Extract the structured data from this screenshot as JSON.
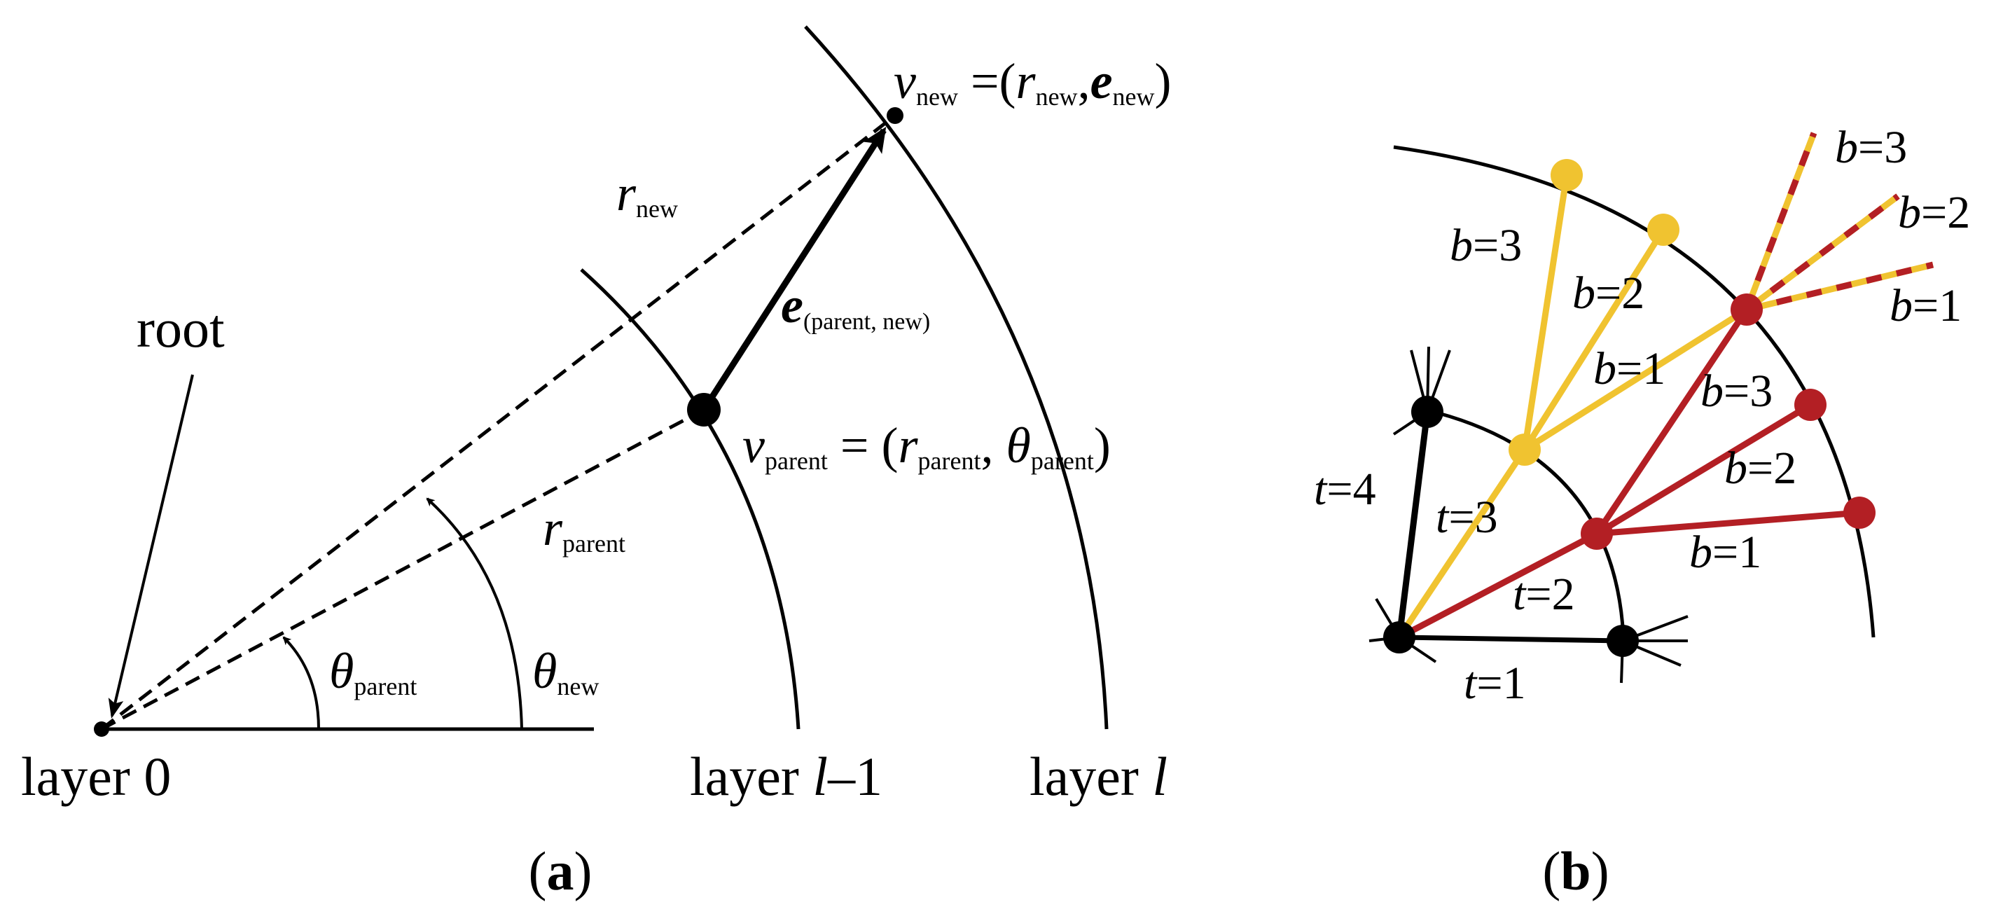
{
  "panel_a": {
    "caption_paren_open": "(",
    "caption_letter": "a",
    "caption_paren_close": ")",
    "root_label": "root",
    "layer0": "layer 0",
    "layer_lm1_prefix": "layer ",
    "layer_lm1_var": "l",
    "layer_lm1_suffix": "–1",
    "layer_l_prefix": "layer ",
    "layer_l_var": "l",
    "v_new": {
      "v": "v",
      "sub": "new",
      "eq": " =(",
      "r": "r",
      "r_sub": "new",
      "comma": ",",
      "e": "e",
      "e_sub": "new",
      "close": ")"
    },
    "r_new": {
      "sym": "r",
      "sub": "new"
    },
    "e_parent_new": {
      "sym": "e",
      "sub": "(parent, new)"
    },
    "v_parent": {
      "v": "v",
      "sub": "parent",
      "eq": " = (",
      "r": "r",
      "r_sub": "parent",
      "comma": ", ",
      "theta": "θ",
      "theta_sub": "parent",
      "close": ")"
    },
    "r_parent": {
      "sym": "r",
      "sub": "parent"
    },
    "theta_parent": {
      "sym": "θ",
      "sub": "parent"
    },
    "theta_new": {
      "sym": "θ",
      "sub": "new"
    }
  },
  "panel_b": {
    "caption_paren_open": "(",
    "caption_letter": "b",
    "caption_paren_close": ")",
    "t_var": "t",
    "b_var": "b",
    "t_labels": [
      "=4",
      "=3",
      "=2",
      "=1"
    ],
    "b_labels": {
      "yellow_3": "=3",
      "yellow_2": "=2",
      "yellow_1": "=1",
      "red_3": "=3",
      "red_2": "=2",
      "red_1": "=1",
      "dash_3": "=3",
      "dash_2": "=2",
      "dash_1": "=1"
    }
  },
  "colors": {
    "ink": "#000000",
    "yellow": "#f0c330",
    "red": "#b31f24"
  }
}
